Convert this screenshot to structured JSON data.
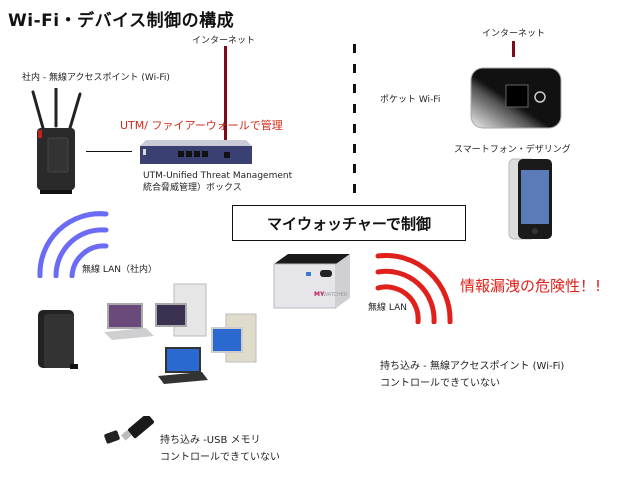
{
  "title": "Wi-Fi・デバイス制御の構成",
  "left_side": {
    "internet_label": "インターネット",
    "wifi_ap_label": "社内 - 無線アクセスポイント (Wi-Fi)",
    "utm_manage_label": "UTM/ ファイアーウォールで管理",
    "utm_box_line1": "UTM-Unified Threat Management",
    "utm_box_line2": "統合脅威管理）ボックス",
    "wireless_lan_label": "無線 LAN（社内）",
    "usb_line1": "持ち込み -USB メモリ",
    "usb_line2": "コントロールできていない"
  },
  "right_side": {
    "internet_label": "インターネット",
    "pocket_wifi_label": "ポケット Wi-Fi",
    "tethering_label": "スマートフォン・デザリング",
    "wireless_lan_label": "無線 LAN",
    "danger_label": "情報漏洩の危険性！!",
    "ap_line1": "持ち込み - 無線アクセスポイント (Wi-Fi)",
    "ap_line2": "コントロールできていない"
  },
  "control_box": {
    "label": "マイウォッチャーで制御"
  },
  "mywatcher_brand": {
    "my": "MY",
    "watcher": "WATCHER"
  },
  "colors": {
    "internet_line": "#7a0a1a",
    "utm_text": "#d42a1a",
    "danger_text": "#e0201a",
    "wifi_blue": "#6b6bf5",
    "wifi_red": "#e0201a"
  }
}
